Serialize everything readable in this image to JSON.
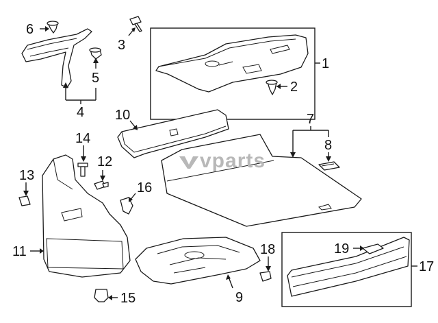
{
  "watermark": "vparts",
  "callouts": {
    "n1": "1",
    "n2": "2",
    "n3": "3",
    "n4": "4",
    "n5": "5",
    "n6": "6",
    "n7": "7",
    "n8": "8",
    "n9": "9",
    "n10": "10",
    "n11": "11",
    "n12": "12",
    "n13": "13",
    "n14": "14",
    "n15": "15",
    "n16": "16",
    "n17": "17",
    "n18": "18",
    "n19": "19"
  }
}
